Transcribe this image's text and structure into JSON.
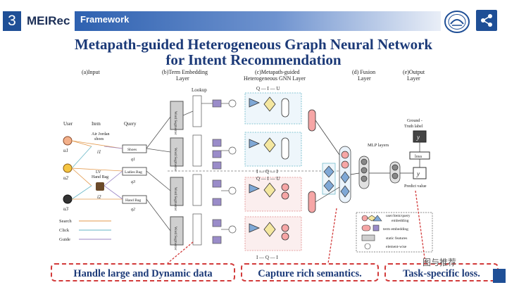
{
  "header": {
    "slide_number": "3",
    "brand": "MEIRec",
    "section_label": "Framework"
  },
  "title": {
    "line1": "Metapath-guided Heterogeneous Graph Neural Network",
    "line2": "for Intent Recommendation"
  },
  "diagram": {
    "panels": {
      "input": "(a)Input",
      "term_embedding_1": "(b)Term Embedding",
      "term_embedding_2": "Layer",
      "gnn_1": "(c)Metapath-guided",
      "gnn_2": "Heterogeneous GNN Layer",
      "fusion_1": "(d) Fusion",
      "fusion_2": "Layer",
      "output_1": "(e)Output",
      "output_2": "Layer"
    },
    "lookup": "Lookup",
    "columns": {
      "user": "User",
      "item": "Item",
      "query": "Query"
    },
    "users": [
      "u1",
      "u2",
      "u3"
    ],
    "items": {
      "i1_1": "Air Jordan",
      "i1_2": "shoes",
      "i1_3": "i1",
      "i2_1": "LV",
      "i2_2": "Hand Bag",
      "i2_3": "i2"
    },
    "queries": [
      "Shoes",
      "Ladies Bag",
      "Hand Bag"
    ],
    "query_ids": [
      "q1",
      "q3",
      "q2"
    ],
    "word_segmenter": "Word Segmenter",
    "meta_labels": {
      "qiu_top": "Q — I — U",
      "iqi": "I — Q — I",
      "qiu_mid": "Q — I — U",
      "iqi_bottom": "I — Q — I"
    },
    "mlp_label": "MLP layers",
    "ground_truth_1": "Ground -",
    "ground_truth_2": "Truth label",
    "y_label": "y",
    "loss": "loss",
    "predict": "Predict value",
    "legend_edges": [
      "Search",
      "Click",
      "Guide"
    ],
    "legend_box": [
      "user/item/query",
      "embedding",
      "term embedding",
      "static features",
      "element-wise"
    ]
  },
  "captions": {
    "c1": "Handle large and Dynamic data",
    "c2": "Capture rich semantics.",
    "c3": "Task-specific loss."
  },
  "watermark": "图与推荐",
  "colors": {
    "brand_blue": "#1f4f96",
    "title_blue": "#1c3a78",
    "callout_red": "#d23a3a"
  }
}
